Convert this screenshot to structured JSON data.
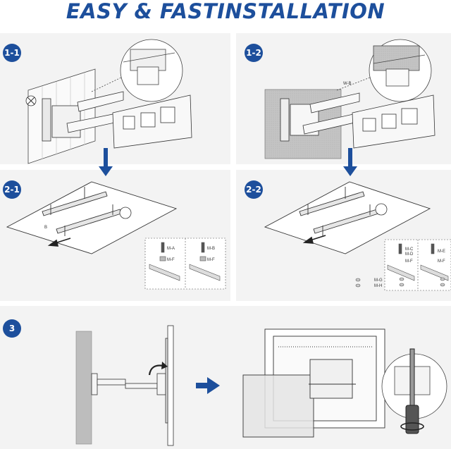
{
  "title": "EASY & FASTINSTALLATION",
  "steps": {
    "s11": "1-1",
    "s12": "1-2",
    "s21": "2-1",
    "s22": "2-2",
    "s3": "3"
  },
  "labels": {
    "wb": "W-B",
    "b": "B",
    "ma": "M-A",
    "mb": "M-B",
    "mf1": "M-F",
    "mf2": "M-F",
    "mc": "M-C",
    "md": "M-D",
    "me": "M-E",
    "mf3": "M-F",
    "mf4": "M-F",
    "mg": "M-G",
    "mh": "M-H"
  },
  "colors": {
    "brand_blue": "#1d4f9c",
    "panel_bg": "#f3f3f3",
    "wall_gray": "#bdbdbd"
  },
  "icons": [
    "down-arrow-icon",
    "right-arrow-icon",
    "curved-arrow-icon",
    "no-drill-icon",
    "screwdriver-icon"
  ]
}
